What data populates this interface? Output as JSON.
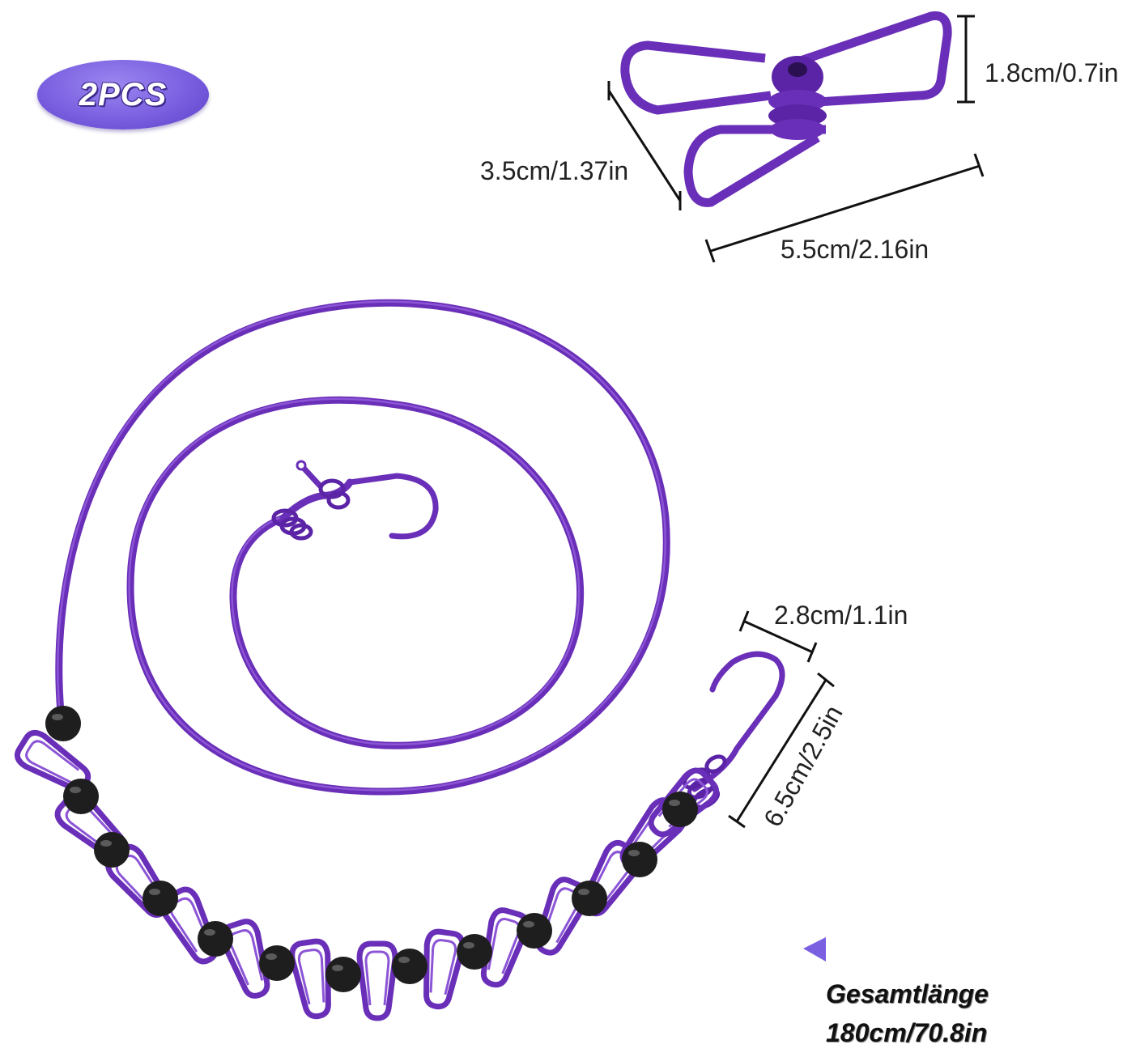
{
  "badge": {
    "label": "2PCS"
  },
  "clip_dimensions": {
    "height": "1.8cm/0.7in",
    "width": "3.5cm/1.37in",
    "length": "5.5cm/2.16in"
  },
  "hook_dimensions": {
    "width": "2.8cm/1.1in",
    "height": "6.5cm/2.5in"
  },
  "total_length": {
    "label": "Gesamtlänge",
    "value": "180cm/70.8in"
  },
  "colors": {
    "rope": "#6a2fb8",
    "rope_highlight": "#8c55d6",
    "bead": "#1e1e1e",
    "badge": "#7a5fe0",
    "pointer": "#7a5fe0"
  },
  "icons": {
    "pointer": "triangle-left-icon"
  }
}
